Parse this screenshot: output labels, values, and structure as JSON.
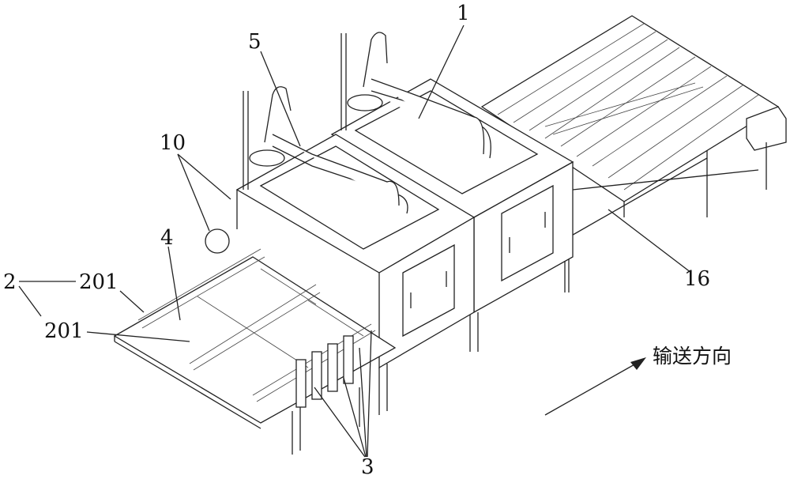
{
  "labels": {
    "l1": "1",
    "l5": "5",
    "l10": "10",
    "l4": "4",
    "l2": "2",
    "l201a": "201",
    "l201b": "201",
    "l16": "16",
    "l3": "3"
  },
  "direction_label": "输送方向"
}
